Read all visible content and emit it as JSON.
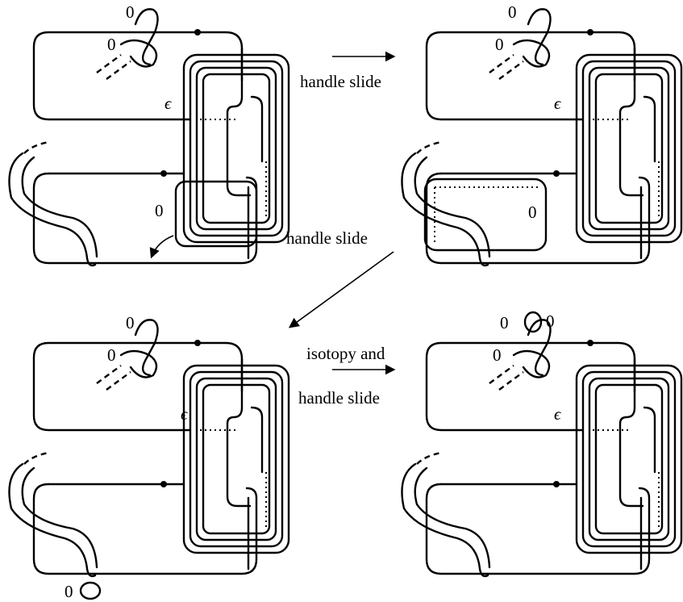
{
  "labels": {
    "zero": "0",
    "epsilon": "ϵ",
    "handle_slide": "handle slide",
    "isotopy_and": "isotopy and"
  }
}
